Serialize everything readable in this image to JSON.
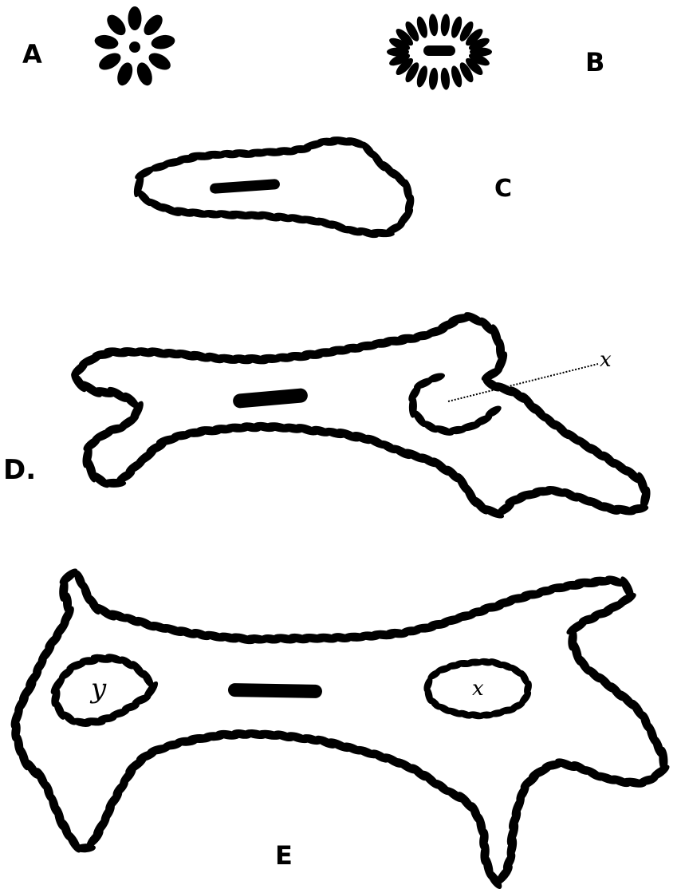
{
  "panels": {
    "a": {
      "label": "A"
    },
    "b": {
      "label": "B"
    },
    "c": {
      "label": "C"
    },
    "d": {
      "label": "D.",
      "pointer_label": "x"
    },
    "e": {
      "label": "E",
      "left_cavity_label": "y",
      "right_cavity_label": "x"
    }
  },
  "colors": {
    "ink": "#000000",
    "paper": "#ffffff"
  }
}
